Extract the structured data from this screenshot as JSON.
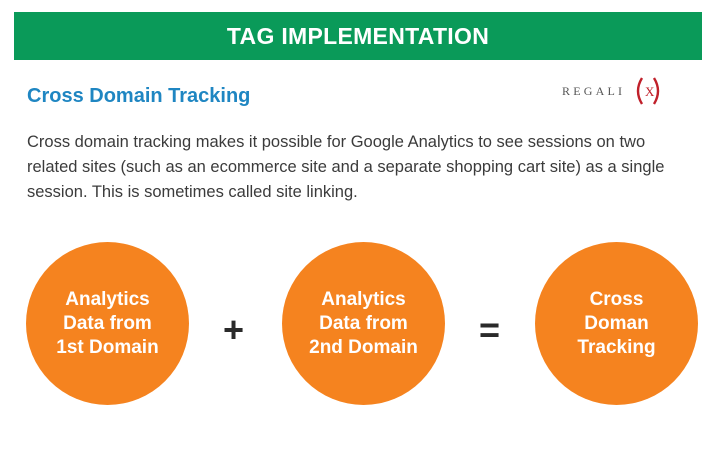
{
  "header": {
    "title": "TAG IMPLEMENTATION",
    "background_color": "#0a9a59"
  },
  "section": {
    "heading": "Cross Domain Tracking",
    "heading_color": "#1f86c2",
    "description": "Cross domain tracking makes it possible for Google Analytics to see sessions on two related sites (such as an ecommerce site and a separate shopping cart site) as a single session. This is sometimes called site linking."
  },
  "logo": {
    "text": "REGALI",
    "mark": "X"
  },
  "equation": {
    "circle_color": "#f5831f",
    "term_1": "Analytics\nData from\n1st Domain",
    "operator_1": "+",
    "term_2": "Analytics\nData from\n2nd Domain",
    "operator_2": "=",
    "result": "Cross\nDoman\nTracking"
  }
}
